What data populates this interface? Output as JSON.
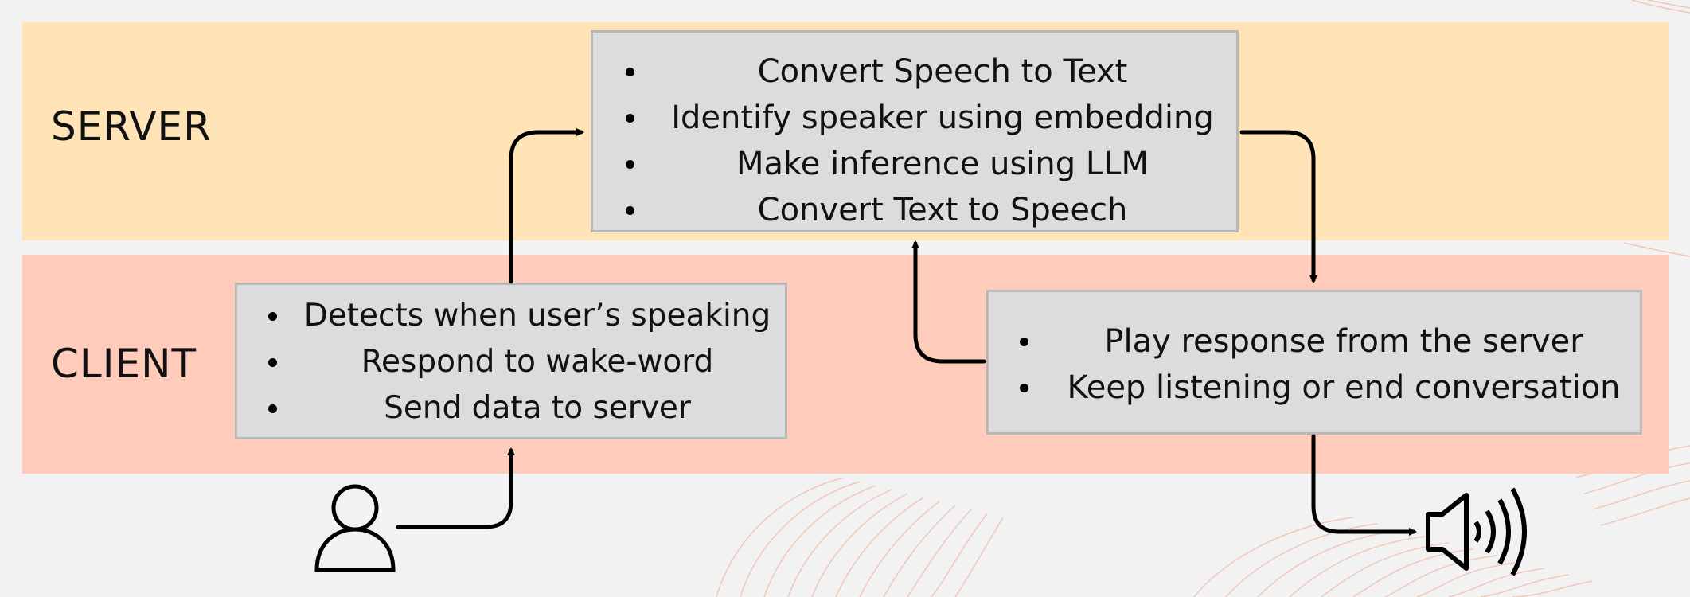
{
  "server_label": "SERVER",
  "client_label": "CLIENT",
  "server_box": {
    "items": [
      "Convert Speech to Text",
      "Identify speaker using embedding",
      "Make inference using LLM",
      "Convert Text to Speech"
    ]
  },
  "client_box": {
    "items": [
      "Detects when user’s speaking",
      "Respond to wake-word",
      "Send data to server"
    ]
  },
  "response_box": {
    "items": [
      "Play response from the server",
      "Keep listening or end conversation"
    ]
  },
  "colors": {
    "server_band": "#ffe4b8",
    "client_band": "#ffcbbb",
    "box_fill": "#dcdcdc",
    "box_border": "#b8b8b8",
    "background": "#f2f2f2",
    "decor_lines": "#f0c4b4"
  },
  "icons": [
    "user-icon",
    "speaker-icon"
  ]
}
